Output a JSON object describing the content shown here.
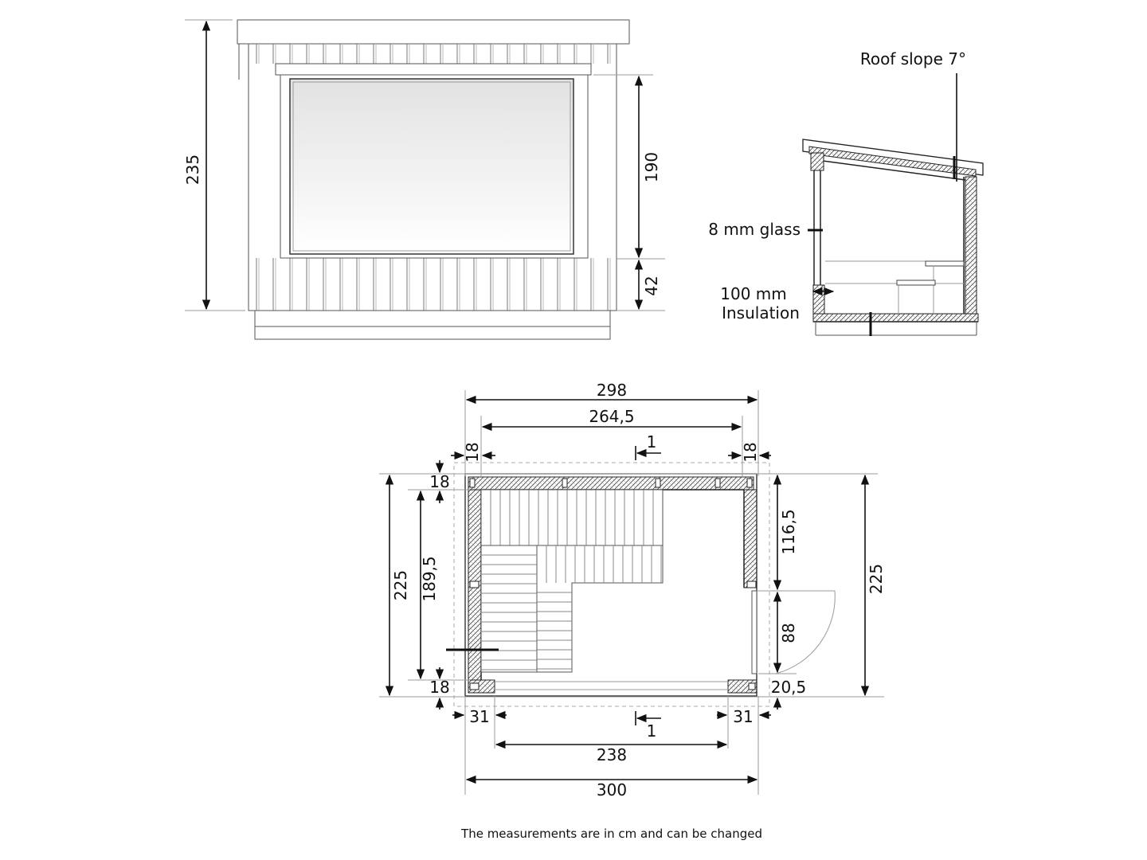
{
  "elevation": {
    "height_total": "235",
    "window_height": "190",
    "base_height": "42"
  },
  "section": {
    "roof_label": "Roof slope 7°",
    "glass_label": "8 mm glass",
    "insulation_line1": "100 mm",
    "insulation_line2": "Insulation"
  },
  "plan": {
    "outer_width_top": "298",
    "inner_width_top": "264,5",
    "wall_left_top": "18",
    "wall_right_top": "18",
    "section_mark_top": "1",
    "section_mark_bottom": "1",
    "wall_top_side": "18",
    "wall_bottom_side": "18",
    "depth_left": "225",
    "inner_depth": "189,5",
    "right_wall_length": "116,5",
    "door_width": "88",
    "door_offset": "20,5",
    "depth_right": "225",
    "corner_left": "31",
    "corner_right": "31",
    "front_opening": "238",
    "outer_width_bottom": "300"
  },
  "footnote": "The measurements are in cm and can be changed"
}
